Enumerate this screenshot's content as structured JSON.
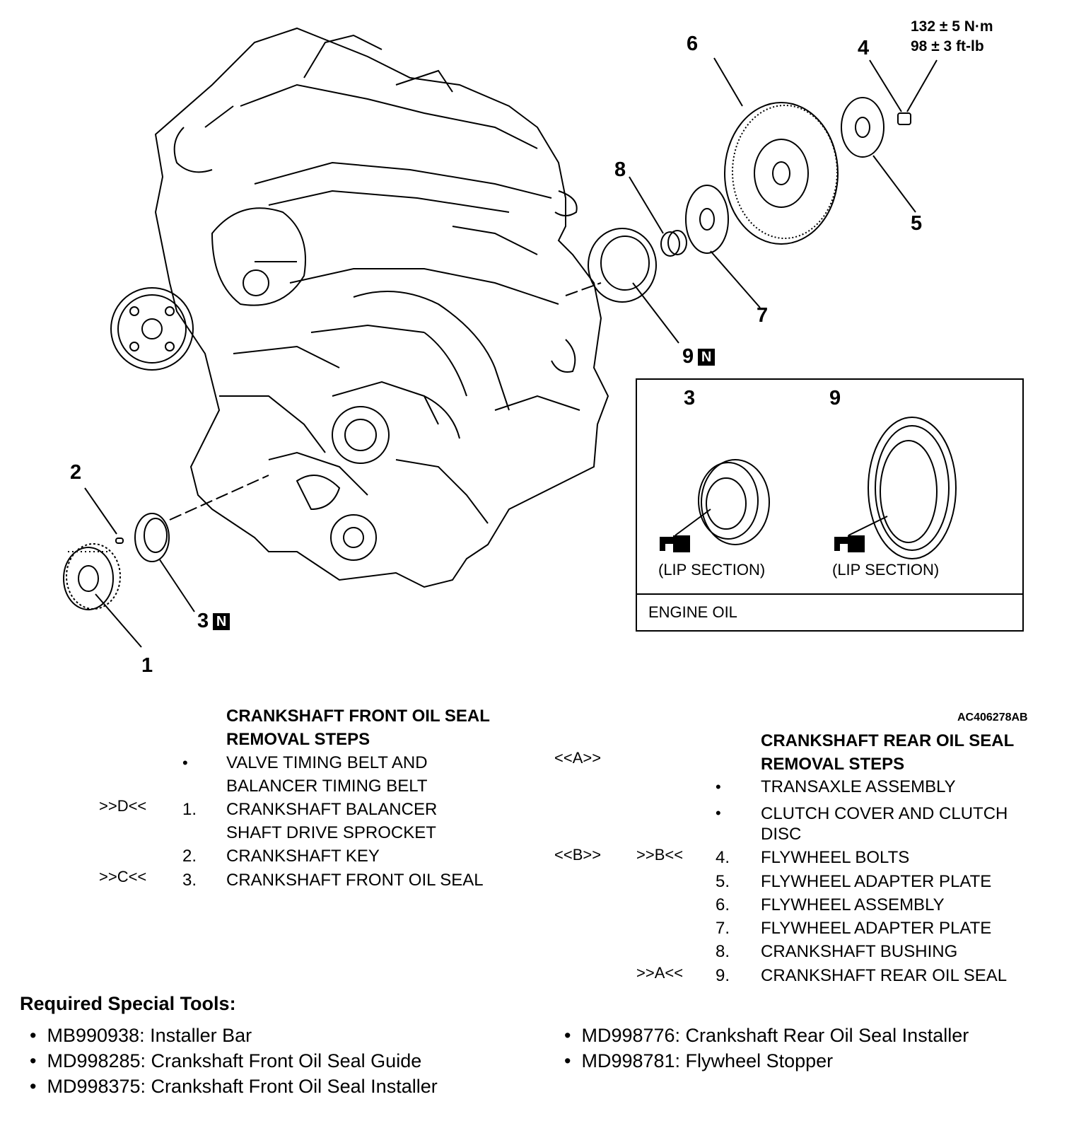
{
  "callouts": {
    "c1": "1",
    "c2": "2",
    "c3": "3",
    "c4": "4",
    "c5": "5",
    "c6": "6",
    "c7": "7",
    "c8": "8",
    "c9": "9",
    "n": "N"
  },
  "torque": {
    "line1": "132 ± 5 N·m",
    "line2": "98 ± 3 ft-lb"
  },
  "inset": {
    "label_3": "3",
    "label_9": "9",
    "lip_section": "(LIP SECTION)",
    "engine_oil": "ENGINE OIL"
  },
  "figure_code": "AC406278AB",
  "front": {
    "title_1": "CRANKSHAFT FRONT OIL SEAL",
    "title_2": "REMOVAL STEPS",
    "bullet": "•",
    "rows": [
      {
        "mark": "",
        "num": "",
        "text": "VALVE TIMING BELT AND"
      },
      {
        "mark": "",
        "num": "",
        "text": "BALANCER TIMING BELT"
      },
      {
        "mark": ">>D<<",
        "num": "1.",
        "text": "CRANKSHAFT BALANCER"
      },
      {
        "mark": "",
        "num": "",
        "text": "SHAFT DRIVE SPROCKET"
      },
      {
        "mark": "",
        "num": "2.",
        "text": "CRANKSHAFT KEY"
      },
      {
        "mark": ">>C<<",
        "num": "3.",
        "text": "CRANKSHAFT FRONT OIL SEAL"
      }
    ]
  },
  "rear": {
    "title_1": "CRANKSHAFT REAR OIL SEAL",
    "title_2": "REMOVAL STEPS",
    "bullet": "•",
    "rows": [
      {
        "pre": "<<A>>",
        "mark": "",
        "num": "",
        "text": ""
      },
      {
        "pre": "",
        "mark": "",
        "num": "",
        "text": "TRANSAXLE ASSEMBLY"
      },
      {
        "pre": "",
        "mark": "",
        "num": "",
        "text": "CLUTCH COVER AND CLUTCH"
      },
      {
        "pre": "",
        "mark": "",
        "num": "",
        "text": "DISC"
      },
      {
        "pre": "<<B>>",
        "mark": ">>B<<",
        "num": "4.",
        "text": "FLYWHEEL BOLTS"
      },
      {
        "pre": "",
        "mark": "",
        "num": "5.",
        "text": "FLYWHEEL ADAPTER PLATE"
      },
      {
        "pre": "",
        "mark": "",
        "num": "6.",
        "text": "FLYWHEEL ASSEMBLY"
      },
      {
        "pre": "",
        "mark": "",
        "num": "7.",
        "text": "FLYWHEEL ADAPTER PLATE"
      },
      {
        "pre": "",
        "mark": "",
        "num": "8.",
        "text": "CRANKSHAFT BUSHING"
      },
      {
        "pre": "",
        "mark": ">>A<<",
        "num": "9.",
        "text": "CRANKSHAFT REAR OIL SEAL"
      }
    ]
  },
  "tools": {
    "heading": "Required Special Tools:",
    "bullet": "•",
    "left": [
      "MB990938: Installer Bar",
      "MD998285: Crankshaft Front Oil Seal Guide",
      "MD998375: Crankshaft Front Oil Seal Installer"
    ],
    "right": [
      "MD998776: Crankshaft Rear Oil Seal Installer",
      "MD998781: Flywheel Stopper"
    ]
  }
}
